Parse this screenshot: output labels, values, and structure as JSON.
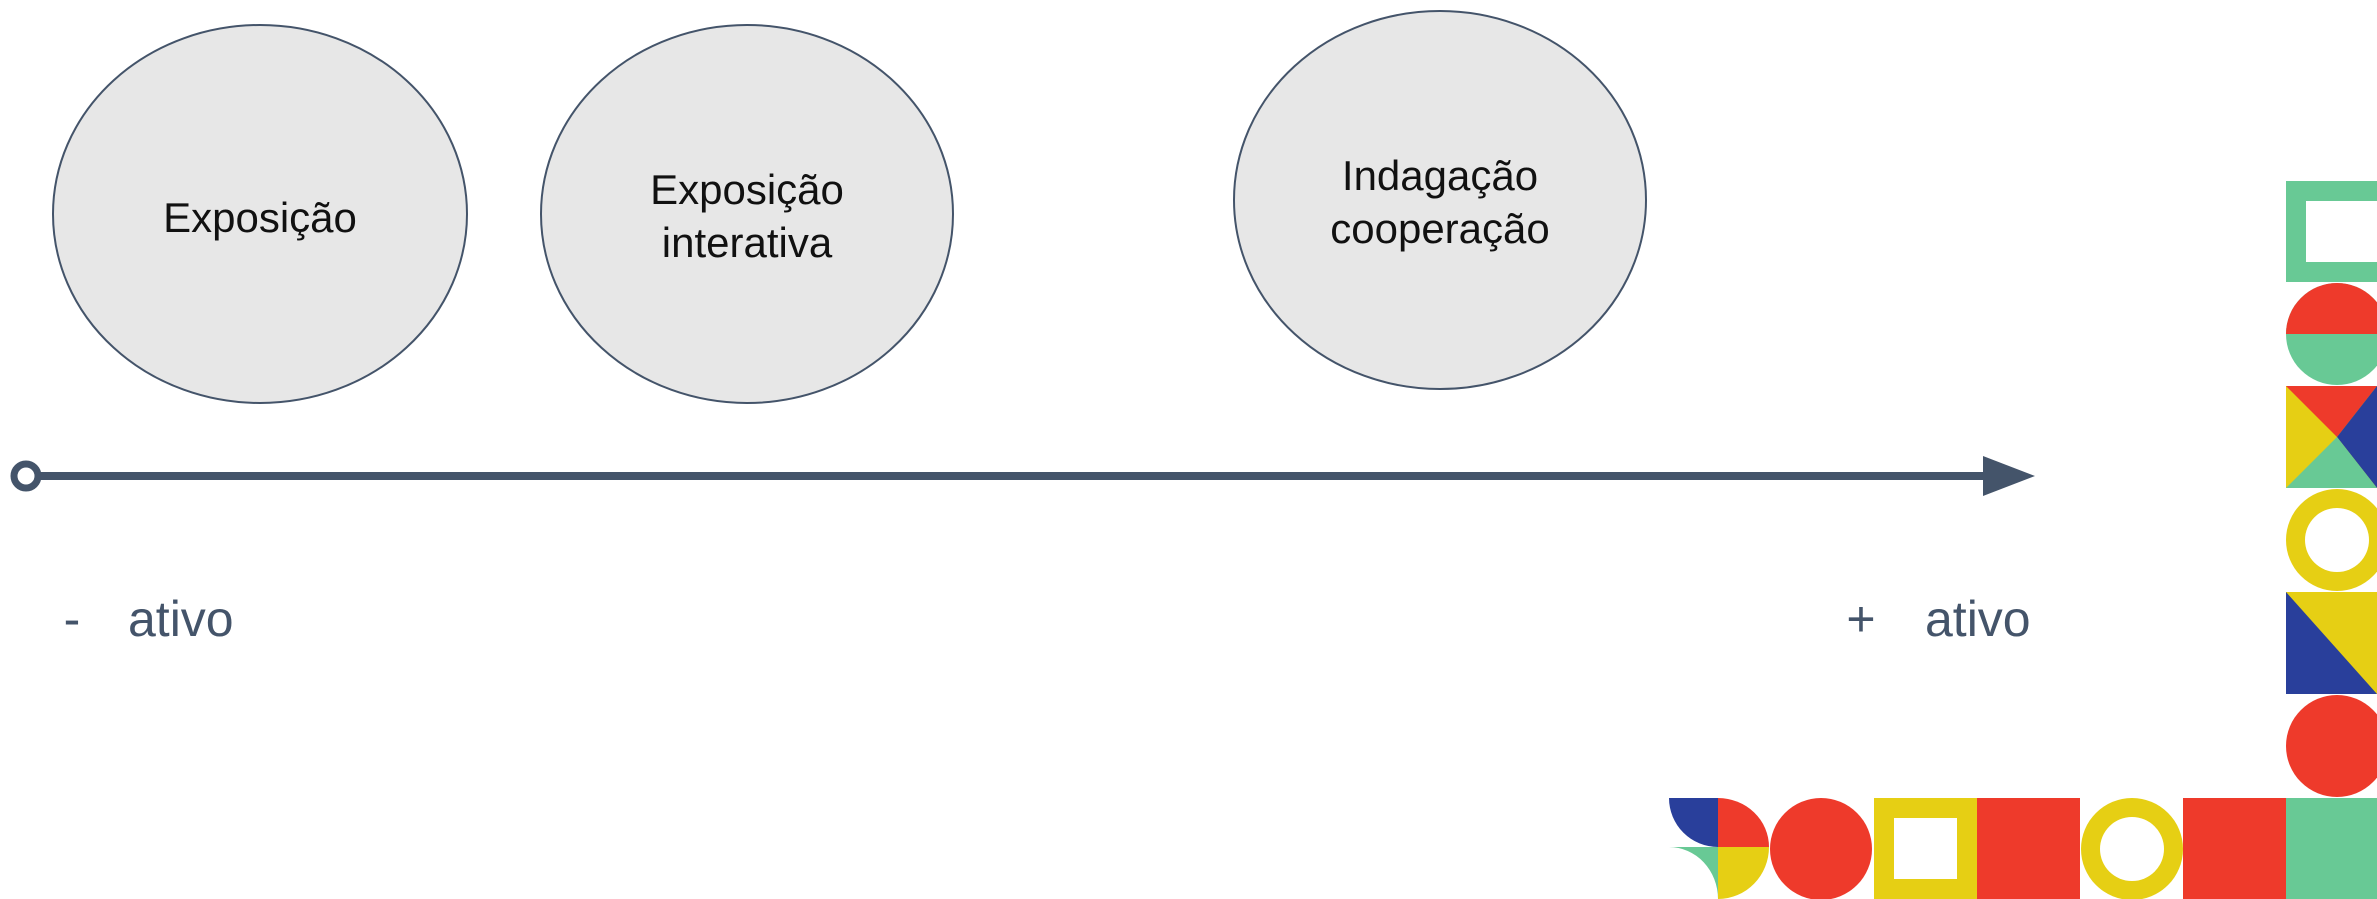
{
  "nodes": [
    {
      "id": "exposicao",
      "lines": [
        "Exposição"
      ]
    },
    {
      "id": "exposicao-interativa",
      "lines": [
        "Exposição",
        "interativa"
      ]
    },
    {
      "id": "indagacao-cooperacao",
      "lines": [
        "Indagação",
        "cooperação"
      ]
    }
  ],
  "scale": {
    "left_sign": "-",
    "left_label": "ativo",
    "right_sign": "+",
    "right_label": "ativo"
  },
  "colors": {
    "node_fill": "#e7e7e7",
    "node_stroke": "#44546a",
    "axis": "#44546a",
    "text": "#44546a",
    "green": "#68c995",
    "red": "#ee3a2b",
    "yellow": "#e6cf14",
    "blue": "#293f9b"
  },
  "decoration": "geometric mosaic of squares, circles, half-circles and triangles"
}
